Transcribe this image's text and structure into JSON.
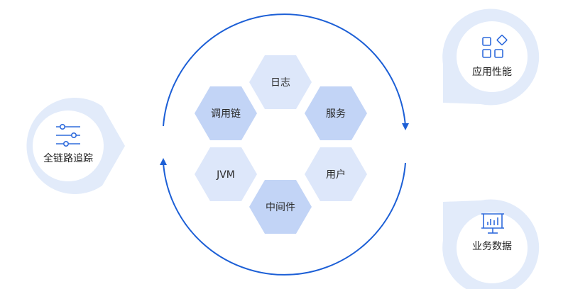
{
  "hexagons": {
    "log": "日志",
    "trace": "调用链",
    "service": "服务",
    "jvm": "JVM",
    "user": "用户",
    "middleware": "中间件"
  },
  "badges": {
    "full_trace": "全链路追踪",
    "app_performance": "应用性能",
    "business_data": "业务数据"
  },
  "colors": {
    "hex_light": "#dde7fa",
    "hex_dark": "#c2d4f6",
    "badge_bg": "#e2ebfa",
    "badge_inner": "#ffffff",
    "arc": "#1c5fd6",
    "icon": "#2f6bdc"
  },
  "icons": {
    "full_trace": "sliders-icon",
    "app_performance": "app-grid-icon",
    "business_data": "presentation-chart-icon"
  }
}
